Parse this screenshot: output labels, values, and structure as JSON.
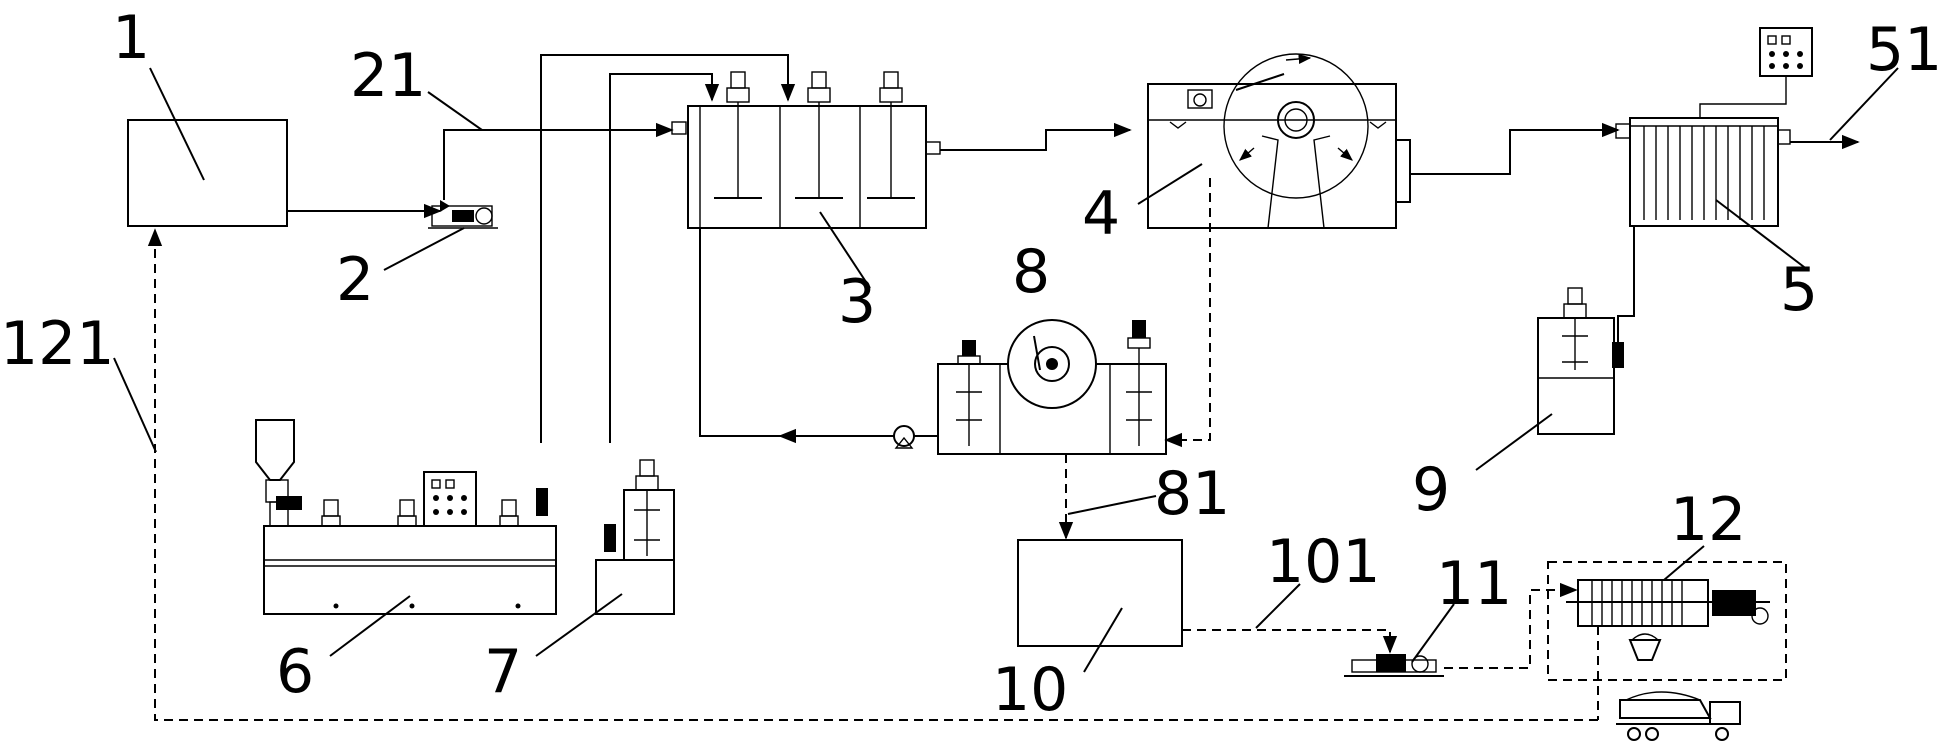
{
  "diagram": {
    "labels": {
      "n1": "1",
      "n2": "2",
      "n21": "21",
      "n3": "3",
      "n4": "4",
      "n5": "5",
      "n51": "51",
      "n6": "6",
      "n7": "7",
      "n8": "8",
      "n81": "81",
      "n9": "9",
      "n10": "10",
      "n101": "101",
      "n11": "11",
      "n12": "12",
      "n121": "121"
    }
  }
}
